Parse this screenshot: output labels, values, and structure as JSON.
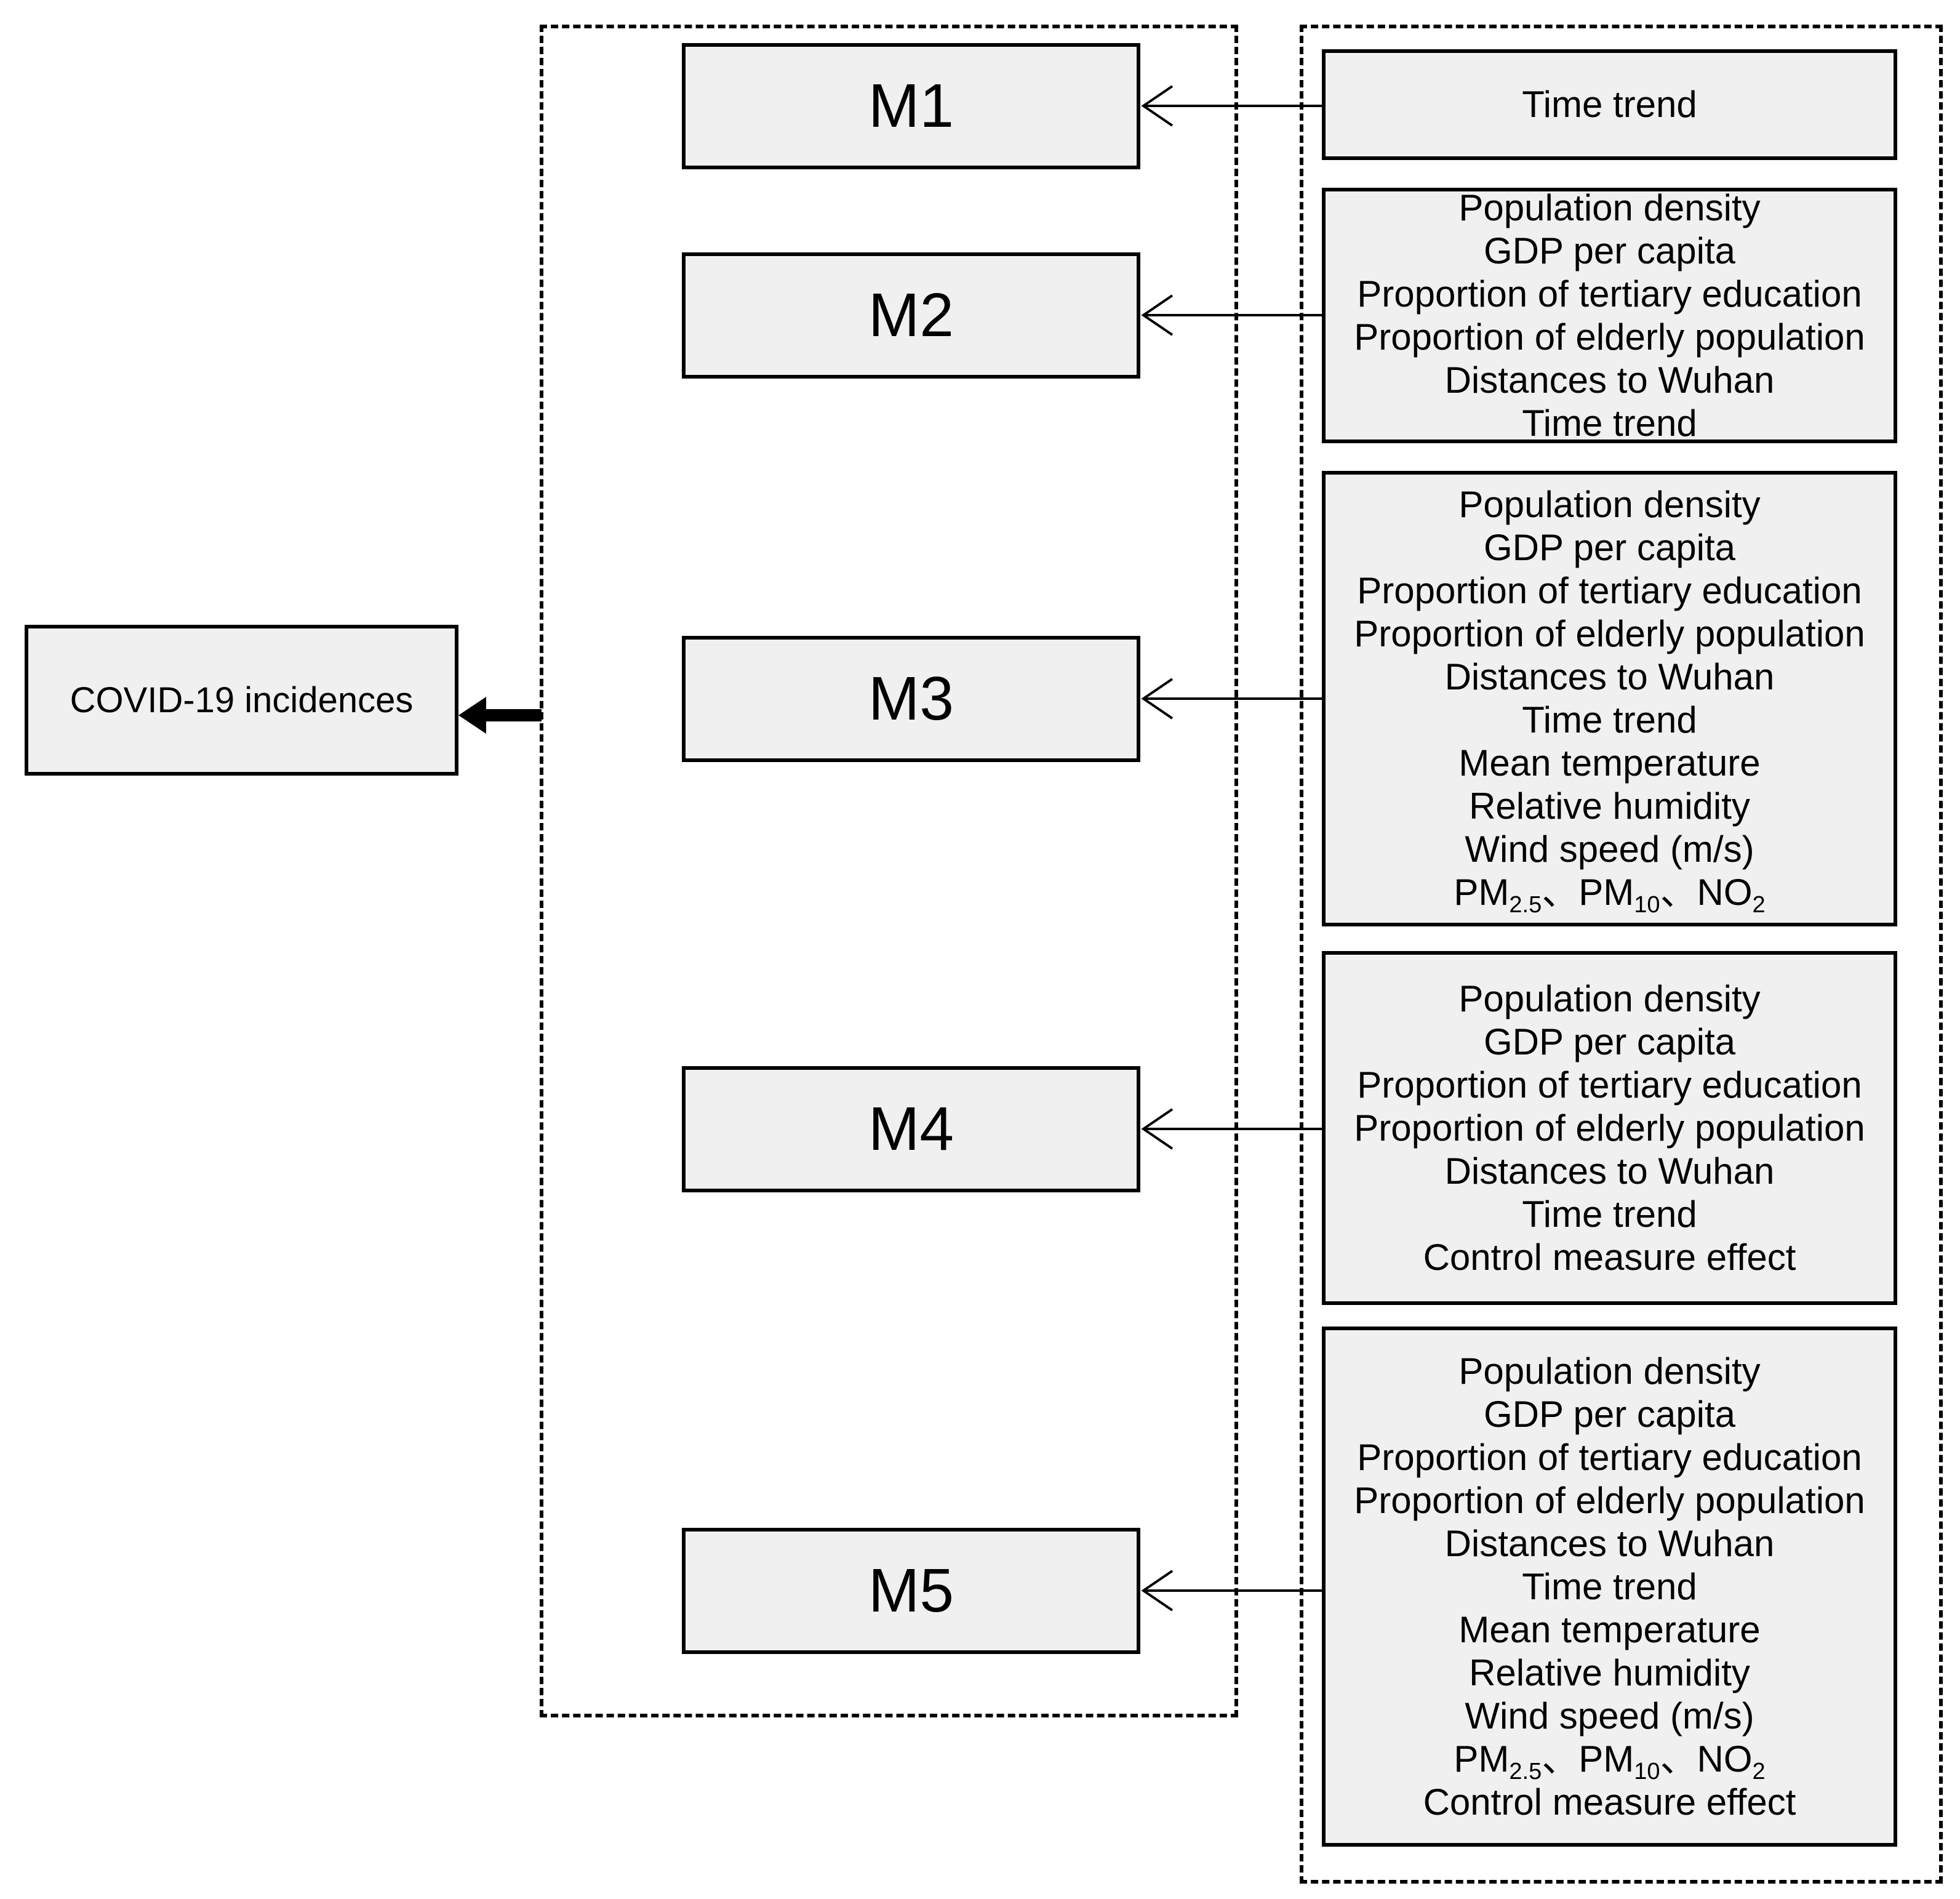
{
  "outcome": {
    "label": "COVID-19 incidences"
  },
  "models": [
    {
      "label": "M1"
    },
    {
      "label": "M2"
    },
    {
      "label": "M3"
    },
    {
      "label": "M4"
    },
    {
      "label": "M5"
    }
  ],
  "factor_groups": [
    {
      "model": "M1",
      "lines": [
        "Time trend"
      ]
    },
    {
      "model": "M2",
      "lines": [
        "Population density",
        "GDP per capita",
        "Proportion of tertiary education",
        "Proportion of elderly population",
        "Distances to Wuhan",
        "Time trend"
      ]
    },
    {
      "model": "M3",
      "lines": [
        "Population density",
        "GDP per capita",
        "Proportion of tertiary education",
        "Proportion of elderly population",
        "Distances to Wuhan",
        "Time trend",
        "Mean temperature",
        "Relative humidity",
        "Wind speed (m/s)"
      ],
      "pollutants": {
        "pm25": "PM",
        "pm25_sub": "2.5",
        "sep1": "、",
        "pm10": "PM",
        "pm10_sub": "10",
        "sep2": "、",
        "no2": "NO",
        "no2_sub": "2"
      }
    },
    {
      "model": "M4",
      "lines": [
        "Population density",
        "GDP per capita",
        "Proportion of tertiary education",
        "Proportion of elderly population",
        "Distances to Wuhan",
        "Time trend",
        "Control measure effect"
      ]
    },
    {
      "model": "M5",
      "lines": [
        "Population density",
        "GDP per capita",
        "Proportion of tertiary education",
        "Proportion of elderly population",
        "Distances to Wuhan",
        "Time trend",
        "Mean temperature",
        "Relative humidity",
        "Wind speed (m/s)"
      ],
      "pollutants": {
        "pm25": "PM",
        "pm25_sub": "2.5",
        "sep1": "、",
        "pm10": "PM",
        "pm10_sub": "10",
        "sep2": "、",
        "no2": "NO",
        "no2_sub": "2"
      },
      "last_line": "Control measure effect"
    }
  ]
}
